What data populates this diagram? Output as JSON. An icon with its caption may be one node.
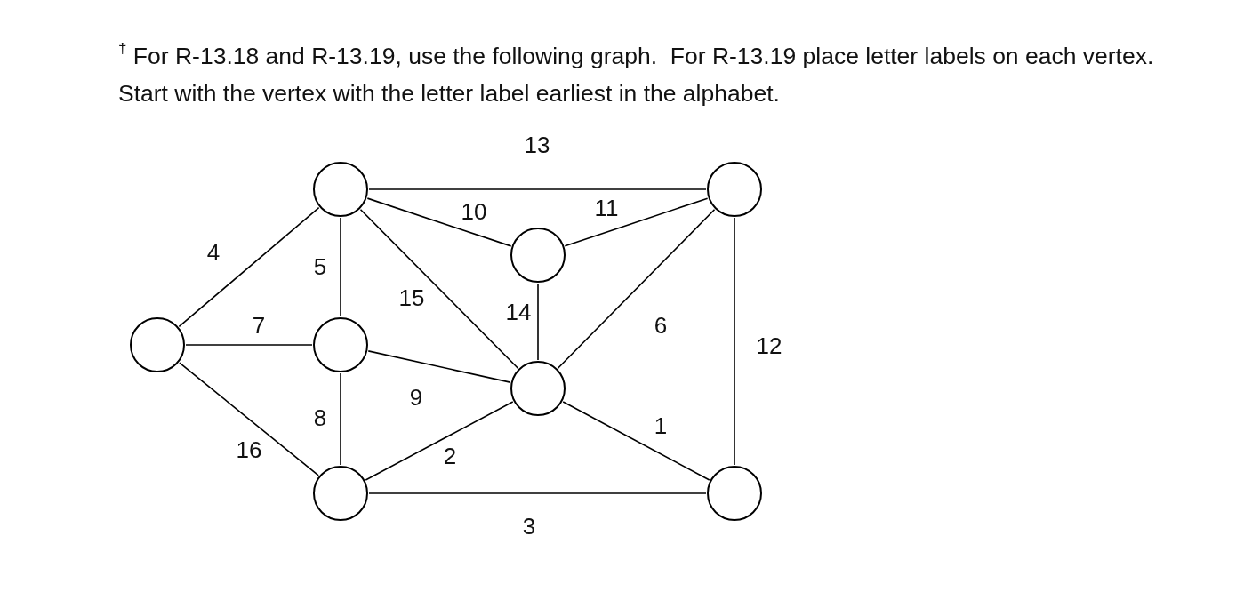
{
  "diagram": {
    "title": "$^{†}$ For R-13.18 and R-13.19, use the following graph.  For R-13.19 place letter labels on each vertex.  Start with the vertex with the letter label earliest in the alphabet.",
    "nodes": [
      {
        "text": [],
        "shape": "circle"
      },
      {
        "text": [],
        "shape": "circle"
      },
      {
        "text": [],
        "shape": "circle"
      },
      {
        "text": [],
        "shape": "circle"
      },
      {
        "text": [],
        "shape": "circle"
      },
      {
        "text": [],
        "shape": "circle"
      },
      {
        "text": [],
        "shape": "circle"
      },
      {
        "text": [],
        "shape": "circle"
      }
    ],
    "edges": [
      {
        "from": 0,
        "to": 1,
        "arrow": "none",
        "label": "13"
      },
      {
        "from": 0,
        "to": 2,
        "arrow": "none",
        "label": "10"
      },
      {
        "from": 2,
        "to": 1,
        "arrow": "none",
        "label": "11"
      },
      {
        "from": 3,
        "to": 0,
        "arrow": "none",
        "label": "4"
      },
      {
        "from": 0,
        "to": 4,
        "arrow": "none",
        "label": "5"
      },
      {
        "from": 0,
        "to": 5,
        "arrow": "none",
        "label": "15"
      },
      {
        "from": 2,
        "to": 5,
        "arrow": "none",
        "label": "14"
      },
      {
        "from": 1,
        "to": 5,
        "arrow": "none",
        "label": "6"
      },
      {
        "from": 1,
        "to": 7,
        "arrow": "none",
        "label": "12"
      },
      {
        "from": 3,
        "to": 4,
        "arrow": "none",
        "label": "7"
      },
      {
        "from": 4,
        "to": 5,
        "arrow": "none",
        "label": "9"
      },
      {
        "from": 4,
        "to": 6,
        "arrow": "none",
        "label": "8"
      },
      {
        "from": 3,
        "to": 6,
        "arrow": "none",
        "label": "16"
      },
      {
        "from": 6,
        "to": 5,
        "arrow": "none",
        "label": "2"
      },
      {
        "from": 5,
        "to": 7,
        "arrow": "none",
        "label": "1"
      },
      {
        "from": 6,
        "to": 7,
        "arrow": "none",
        "label": "3"
      }
    ]
  }
}
